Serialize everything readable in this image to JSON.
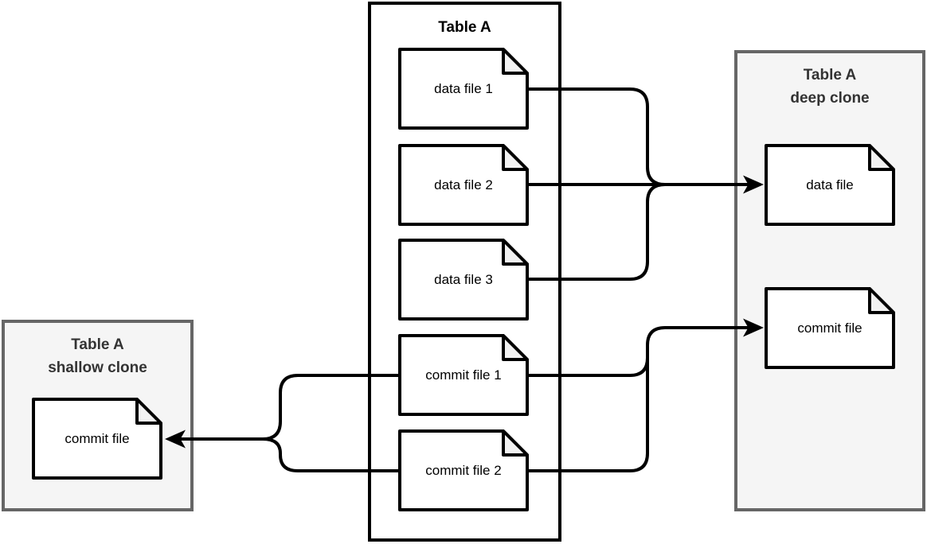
{
  "groups": {
    "table_a": {
      "title": "Table A",
      "files": [
        "data file 1",
        "data file 2",
        "data file 3",
        "commit file 1",
        "commit file 2"
      ]
    },
    "shallow_clone": {
      "title": "Table A\nshallow clone",
      "files": [
        "commit file"
      ]
    },
    "deep_clone": {
      "title": "Table A\ndeep clone",
      "files": [
        "data file",
        "commit file"
      ]
    }
  },
  "connections": [
    {
      "sources": [
        "data file 1",
        "data file 2",
        "data file 3"
      ],
      "target": "Table A deep clone / data file",
      "direction": "right"
    },
    {
      "sources": [
        "commit file 1",
        "commit file 2"
      ],
      "target": "Table A deep clone / commit file",
      "direction": "right"
    },
    {
      "sources": [
        "commit file 1",
        "commit file 2"
      ],
      "target": "Table A shallow clone / commit file",
      "direction": "left"
    }
  ],
  "colors": {
    "canvas_bg": "#ffffff",
    "group_fill": "#f5f5f5",
    "group_border": "#666666",
    "group_title_text": "#333333",
    "center_border": "#000000",
    "center_title_text": "#000000",
    "node_fill": "#ffffff",
    "node_border": "#000000",
    "node_fold_fill": "#f2f2f2",
    "connector": "#000000"
  }
}
